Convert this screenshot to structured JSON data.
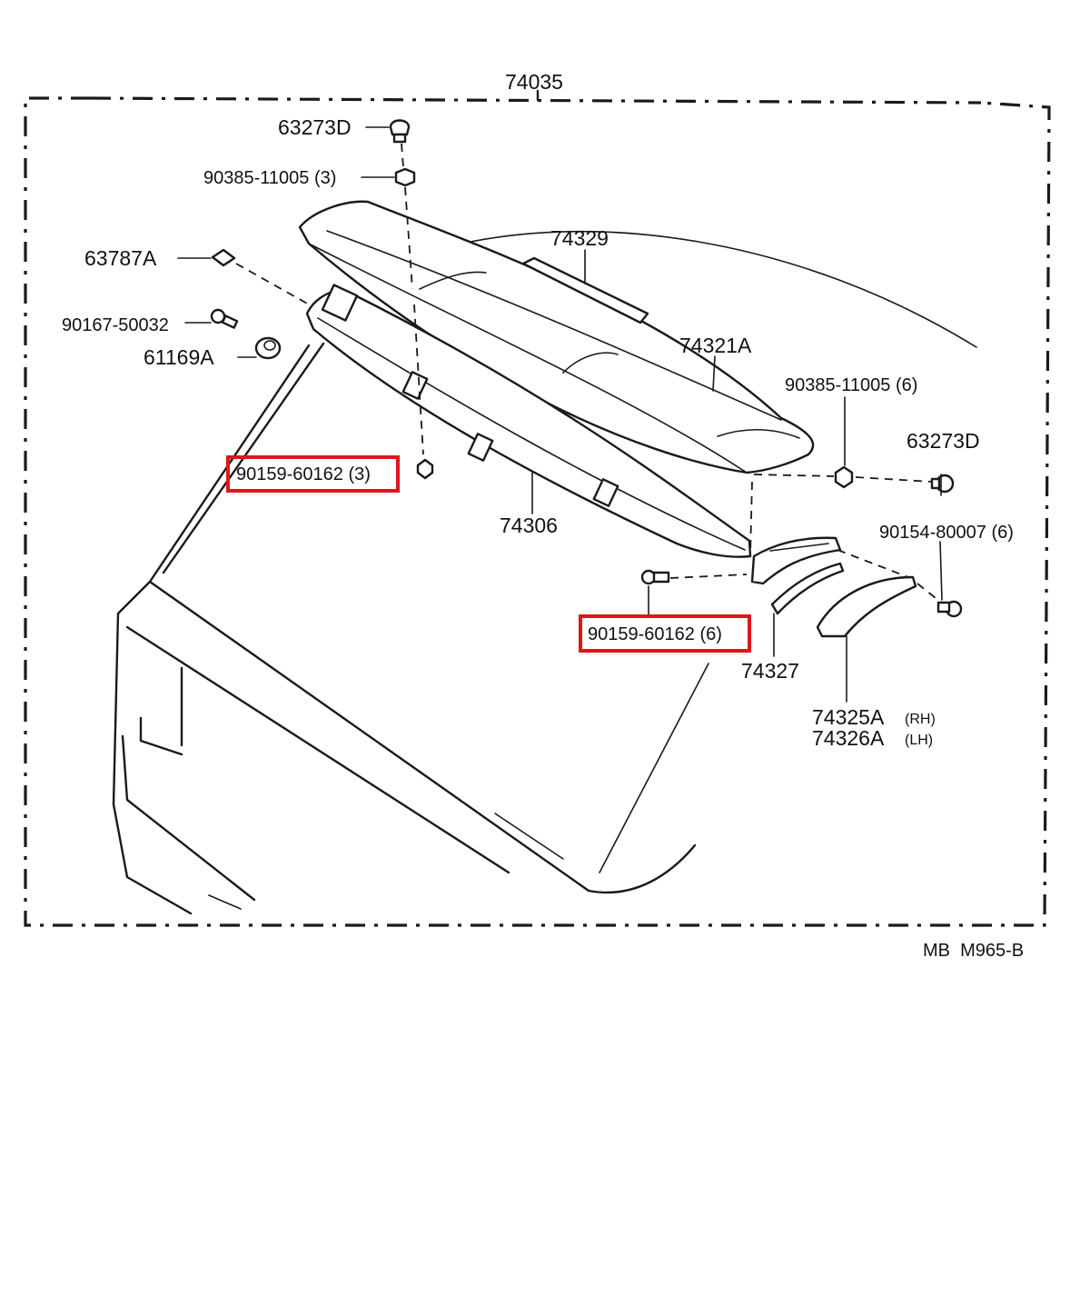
{
  "diagram": {
    "assembly_label": "74035",
    "drawing_code": "MB  M965-B",
    "callouts": {
      "c63273d_top": "63273D",
      "c90385_3": "90385-11005 (3)",
      "c63787a": "63787A",
      "c74329": "74329",
      "c90167": "90167-50032",
      "c61169a": "61169A",
      "c74321a": "74321A",
      "c90385_6": "90385-11005 (6)",
      "c63273d_right": "63273D",
      "c90159_3": "90159-60162 (3)",
      "c74306": "74306",
      "c90154": "90154-80007 (6)",
      "c90159_6": "90159-60162 (6)",
      "c74327": "74327",
      "c74325a": "74325A",
      "c74325a_side": "(RH)",
      "c74326a": "74326A",
      "c74326a_side": "(LH)"
    },
    "highlight_color": "#e0161b"
  }
}
